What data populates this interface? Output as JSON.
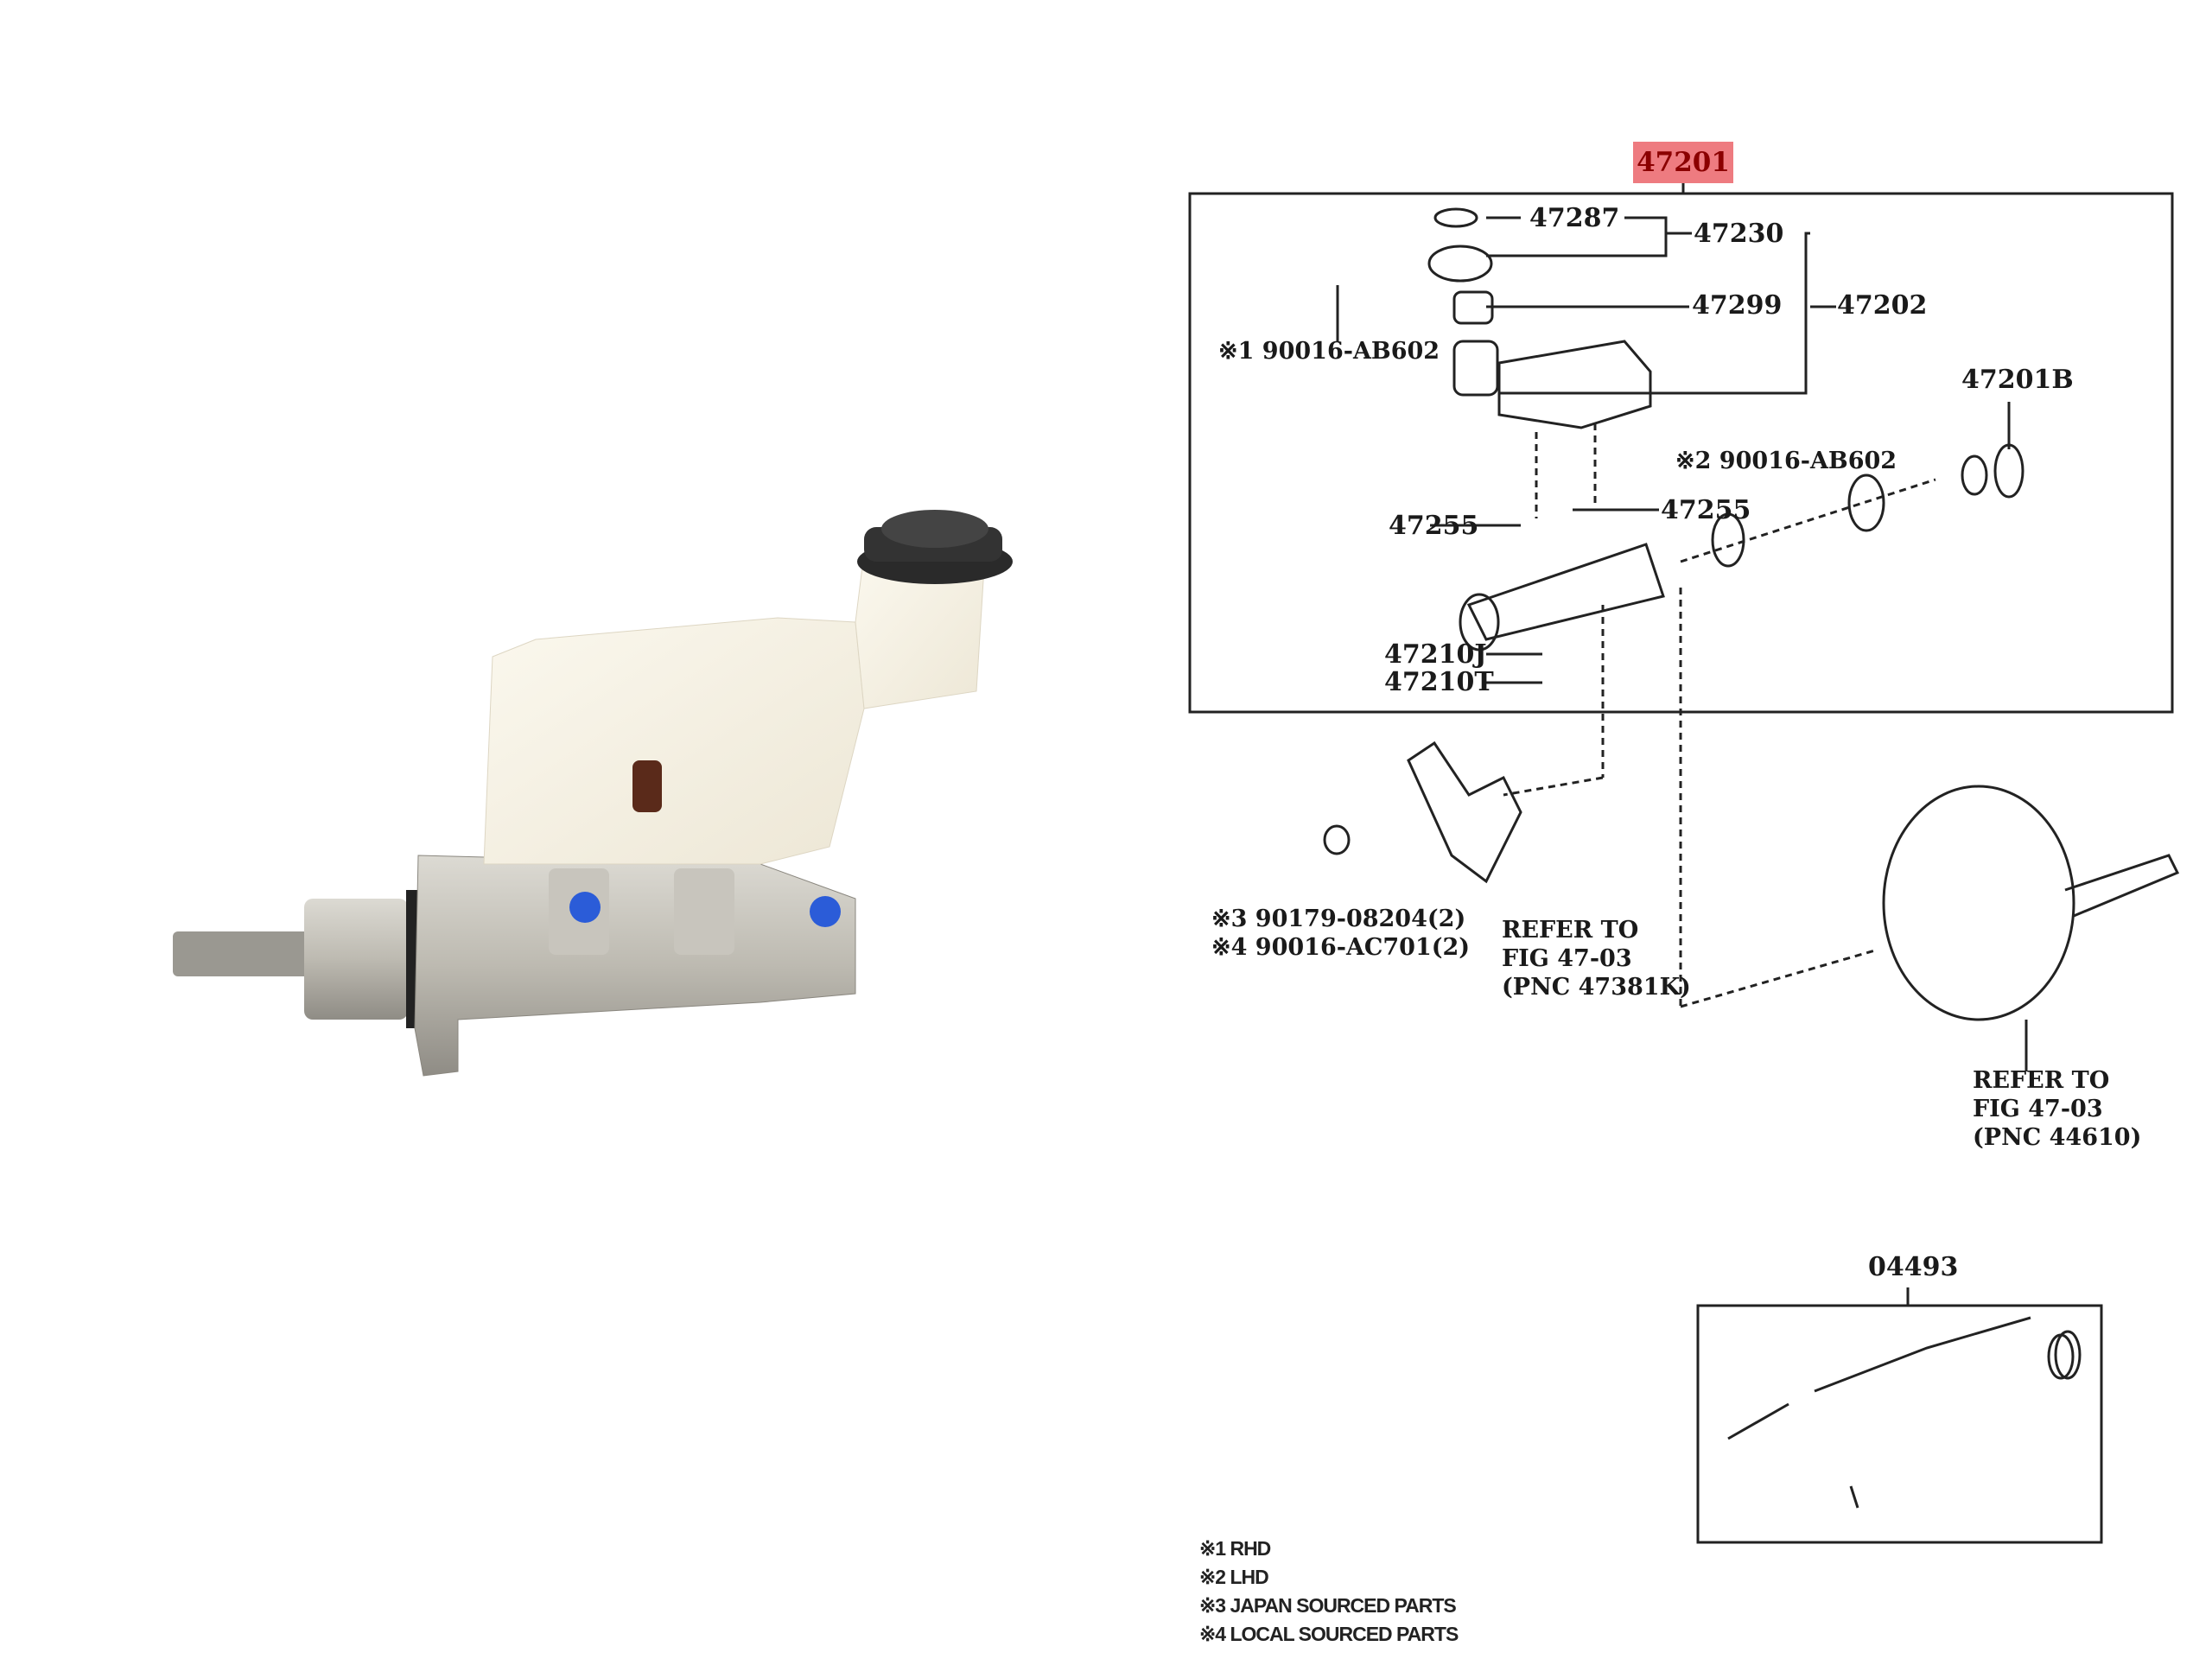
{
  "diagram": {
    "assembly_number": "47201",
    "highlight_color": "#ee7b80",
    "labels": {
      "p47287": "47287",
      "p47230": "47230",
      "p47299": "47299",
      "p47202": "47202",
      "screw_rhd": "※1 90016-AB602",
      "p47201B": "47201B",
      "screw_lhd": "※2 90016-AB602",
      "p47255_right": "47255",
      "p47255_left": "47255",
      "p47210J": "47210J",
      "p47210T": "47210T",
      "bolt_japan": "※3 90179-08204(2)",
      "bolt_local": "※4 90016-AC701(2)",
      "kit_number": "04493"
    },
    "refer_bracket": [
      "REFER TO",
      "FIG 47-03",
      "(PNC 47381K)"
    ],
    "refer_booster": [
      "REFER TO",
      "FIG 47-03",
      "(PNC 44610)"
    ],
    "legend": [
      "※1 RHD",
      "※2 LHD",
      "※3 JAPAN SOURCED PARTS",
      "※4 LOCAL SOURCED PARTS"
    ]
  }
}
